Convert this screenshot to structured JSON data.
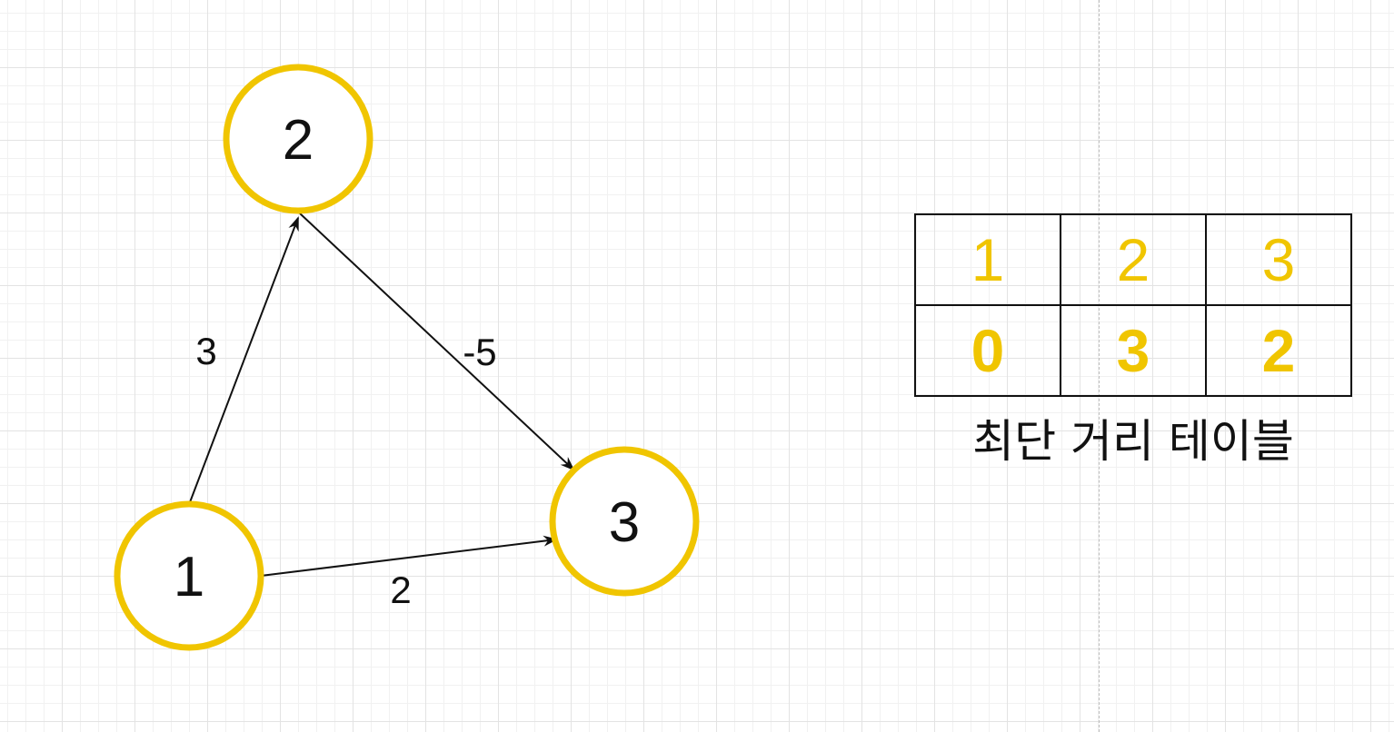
{
  "nodes": [
    {
      "id": "1",
      "label": "1"
    },
    {
      "id": "2",
      "label": "2"
    },
    {
      "id": "3",
      "label": "3"
    }
  ],
  "edges": [
    {
      "from": "1",
      "to": "2",
      "weight": "3"
    },
    {
      "from": "2",
      "to": "3",
      "weight": "-5"
    },
    {
      "from": "1",
      "to": "3",
      "weight": "2"
    }
  ],
  "table": {
    "header": [
      "1",
      "2",
      "3"
    ],
    "distances": [
      "0",
      "3",
      "2"
    ],
    "caption": "최단 거리 테이블"
  },
  "colors": {
    "node_stroke": "#f0c500",
    "table_text": "#f0c500",
    "line": "#111111"
  }
}
